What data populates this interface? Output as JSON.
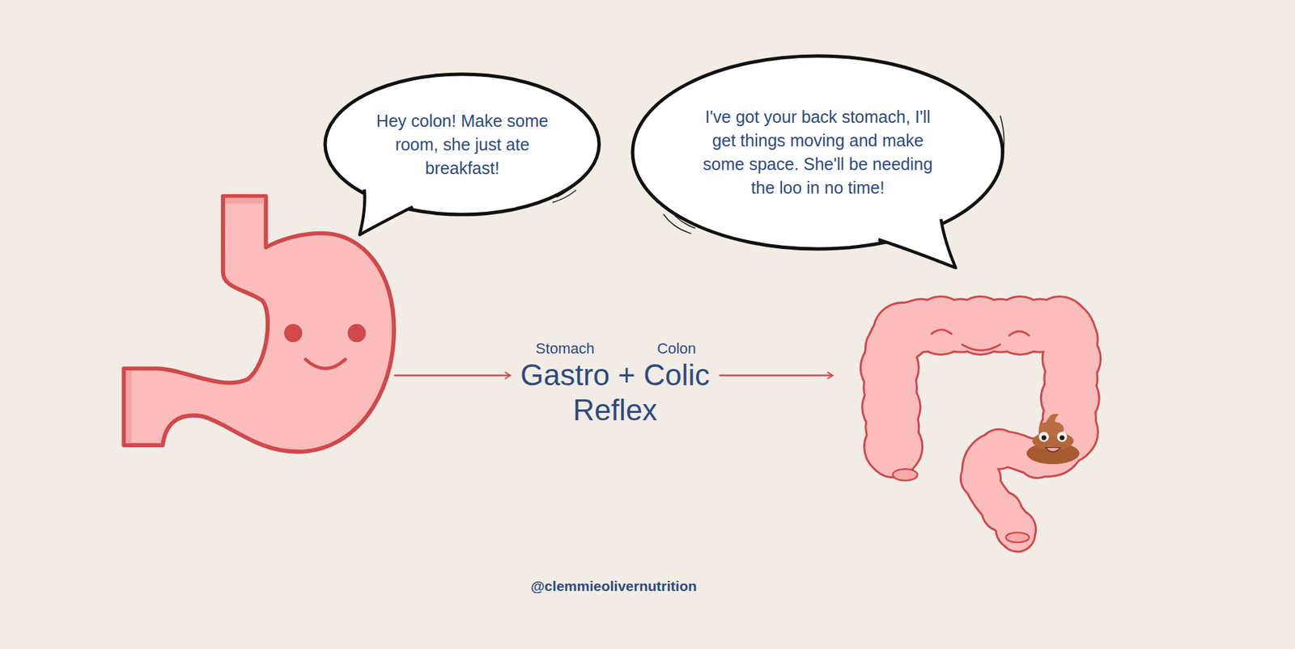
{
  "diagram": {
    "nodes": [
      {
        "text": [
          "Hey colon! Make some room, she just ate breakfast!"
        ]
      },
      {
        "text": [
          "I've got your back stomach, I'll get things moving and make some space. She'll be needing the loo in no time!"
        ]
      }
    ],
    "labels": [
      "Stomach",
      "Colon",
      "Gastro + Colic Reflex",
      "@clemmieolivernutrition"
    ]
  }
}
